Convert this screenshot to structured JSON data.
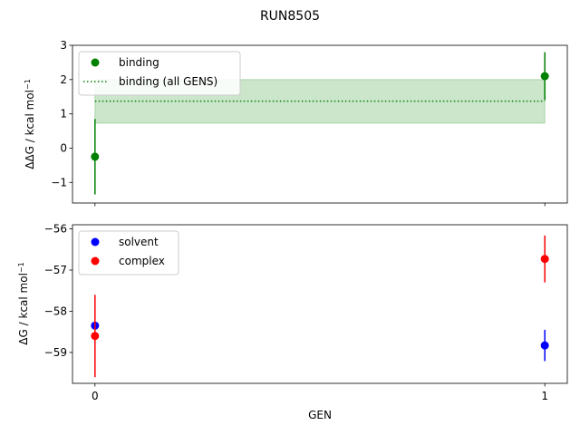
{
  "figure": {
    "title": "RUN8505",
    "xlabel": "GEN"
  },
  "chart_data": [
    {
      "type": "scatter",
      "ylabel_main": "ΔΔG / kcal mol",
      "ylabel_sup": "−1",
      "ylim": [
        -1.6,
        3.0
      ],
      "yticks": [
        -1,
        0,
        1,
        2,
        3
      ],
      "ytick_labels": [
        "−1",
        "0",
        "1",
        "2",
        "3"
      ],
      "legend_position": "upper-left",
      "series": [
        {
          "name": "binding",
          "color": "#008000",
          "x": [
            0,
            1
          ],
          "y": [
            -0.25,
            2.1
          ],
          "err": [
            1.1,
            0.7
          ]
        }
      ],
      "band": {
        "name": "binding (all GENS)",
        "color": "#008000",
        "y": 1.37,
        "low": 0.73,
        "high": 2.0
      }
    },
    {
      "type": "scatter",
      "ylabel_main": "ΔG / kcal mol",
      "ylabel_sup": "−1",
      "ylim": [
        -59.75,
        -55.9
      ],
      "yticks": [
        -59,
        -58,
        -57,
        -56
      ],
      "ytick_labels": [
        "−59",
        "−58",
        "−57",
        "−56"
      ],
      "legend_position": "upper-left",
      "series": [
        {
          "name": "solvent",
          "color": "#0000ff",
          "x": [
            0,
            1
          ],
          "y": [
            -58.35,
            -58.83
          ],
          "err": [
            0.0,
            0.38
          ]
        },
        {
          "name": "complex",
          "color": "#ff0000",
          "x": [
            0,
            1
          ],
          "y": [
            -58.6,
            -56.73
          ],
          "err": [
            1.0,
            0.57
          ]
        }
      ]
    }
  ],
  "xlim": [
    -0.05,
    1.05
  ],
  "xticks": [
    0,
    1
  ],
  "xtick_labels": [
    "0",
    "1"
  ]
}
